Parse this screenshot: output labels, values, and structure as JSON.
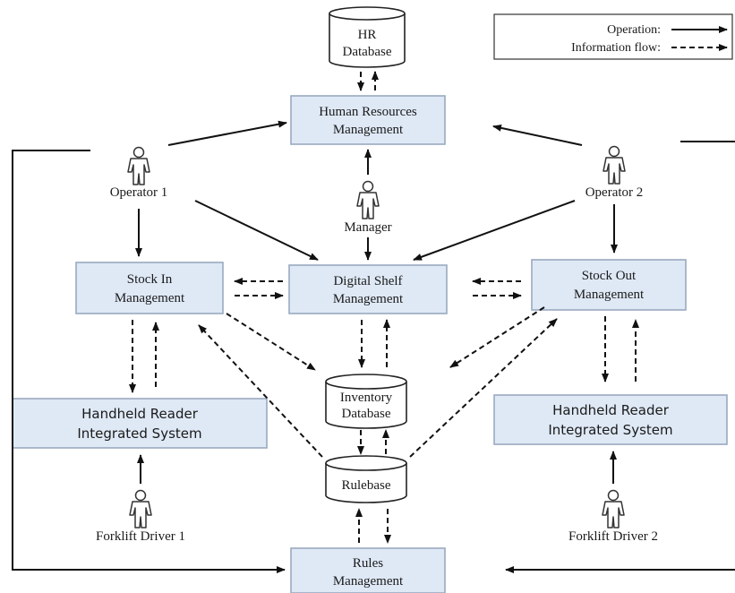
{
  "legend": {
    "operation_label": "Operation:",
    "info_flow_label": "Information flow:"
  },
  "databases": {
    "hr_line1": "HR",
    "hr_line2": "Database",
    "inventory_line1": "Inventory",
    "inventory_line2": "Database",
    "rulebase": "Rulebase"
  },
  "modules": {
    "hr_line1": "Human Resources",
    "hr_line2": "Management",
    "stock_in_line1": "Stock In",
    "stock_in_line2": "Management",
    "digital_shelf_line1": "Digital Shelf",
    "digital_shelf_line2": "Management",
    "stock_out_line1": "Stock Out",
    "stock_out_line2": "Management",
    "handheld_left_line1": "Handheld Reader",
    "handheld_left_line2": "Integrated System",
    "handheld_right_line1": "Handheld Reader",
    "handheld_right_line2": "Integrated System",
    "rules_line1": "Rules",
    "rules_line2": "Management"
  },
  "actors": {
    "operator1": "Operator 1",
    "operator2": "Operator 2",
    "manager": "Manager",
    "forklift1": "Forklift Driver 1",
    "forklift2": "Forklift Driver 2"
  }
}
